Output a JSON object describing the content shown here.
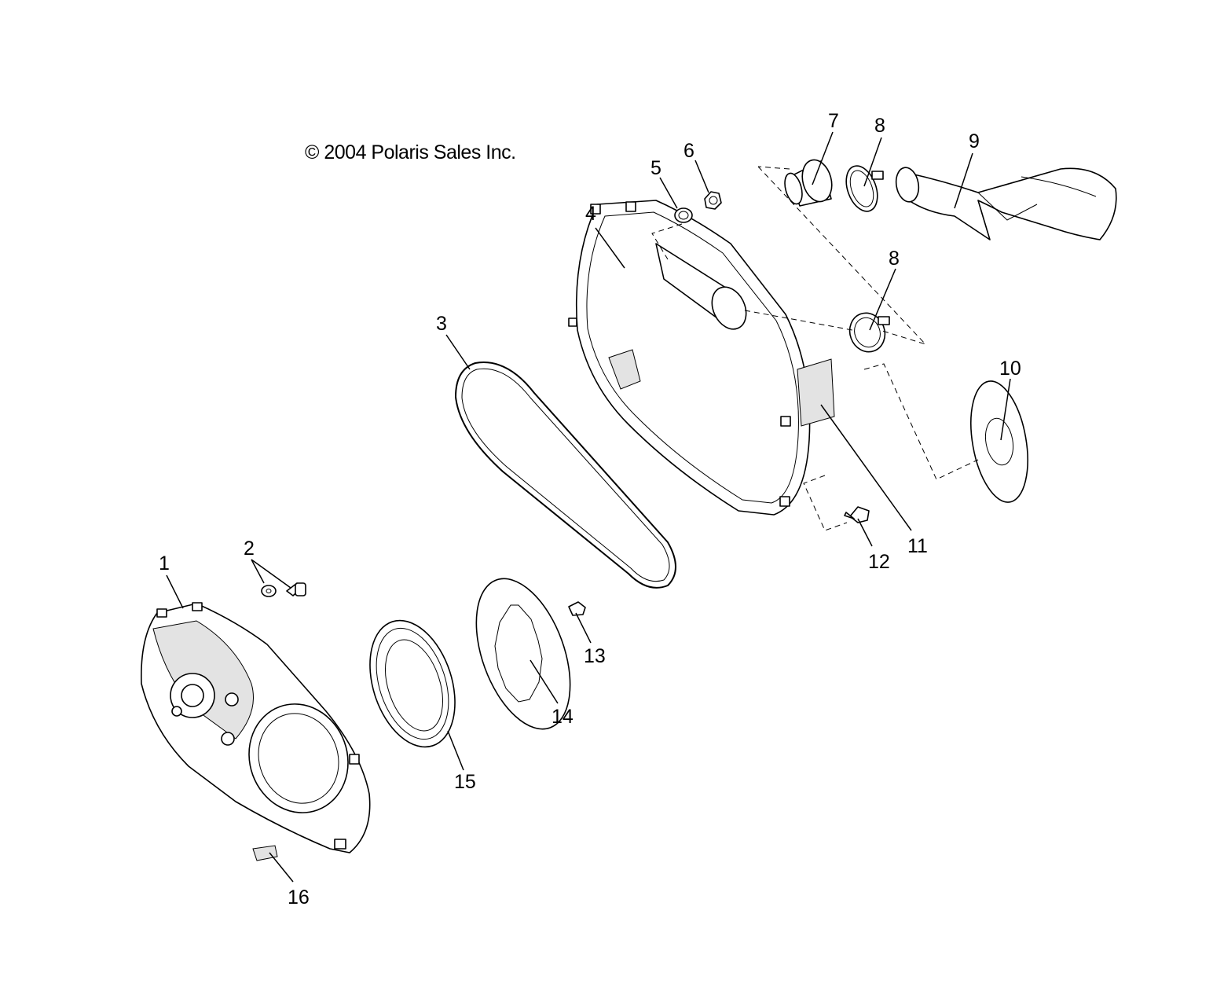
{
  "copyright": "© 2004 Polaris Sales Inc.",
  "callouts": [
    "1",
    "2",
    "3",
    "4",
    "5",
    "6",
    "7",
    "8",
    "8",
    "9",
    "10",
    "11",
    "12",
    "13",
    "14",
    "15",
    "16"
  ],
  "colors": {
    "line": "#000000",
    "background": "#ffffff",
    "shade": "#e3e3e3"
  }
}
